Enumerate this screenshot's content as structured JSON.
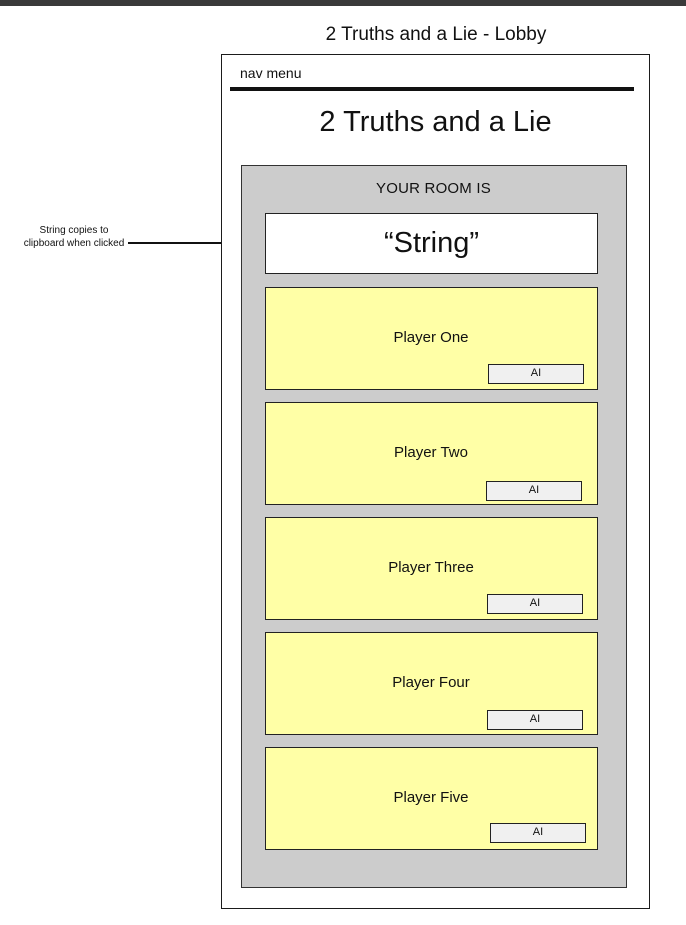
{
  "document": {
    "title": "2 Truths and a Lie - Lobby"
  },
  "nav": {
    "label": "nav menu"
  },
  "app": {
    "title": "2 Truths and a Lie"
  },
  "room": {
    "label": "YOUR ROOM IS",
    "code": "“String”"
  },
  "players": [
    {
      "name": "Player One",
      "button": "AI"
    },
    {
      "name": "Player Two",
      "button": "AI"
    },
    {
      "name": "Player Three",
      "button": "AI"
    },
    {
      "name": "Player Four",
      "button": "AI"
    },
    {
      "name": "Player Five",
      "button": "AI"
    }
  ],
  "annotation": {
    "text": "String copies to clipboard when clicked"
  },
  "colors": {
    "frame_stroke": "#1b1b1b",
    "room_panel": "#cccccc",
    "player_card": "#ffffa6",
    "ai_button": "#f0f0f0",
    "top_strip": "#3a3a3a"
  }
}
